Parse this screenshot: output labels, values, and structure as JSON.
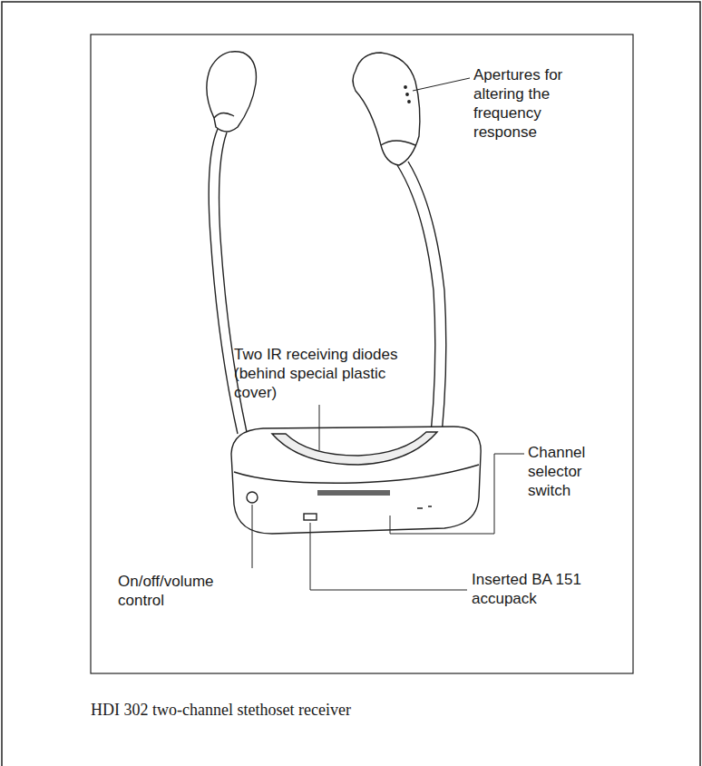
{
  "diagram": {
    "caption": "HDI 302 two-channel stethoset receiver",
    "labels": [
      "Apertures for altering the frequency response",
      "Two IR receiving diodes (behind special plastic cover)",
      "Channel selector switch",
      "On/off/volume control",
      "Inserted BA 151 accupack"
    ]
  }
}
